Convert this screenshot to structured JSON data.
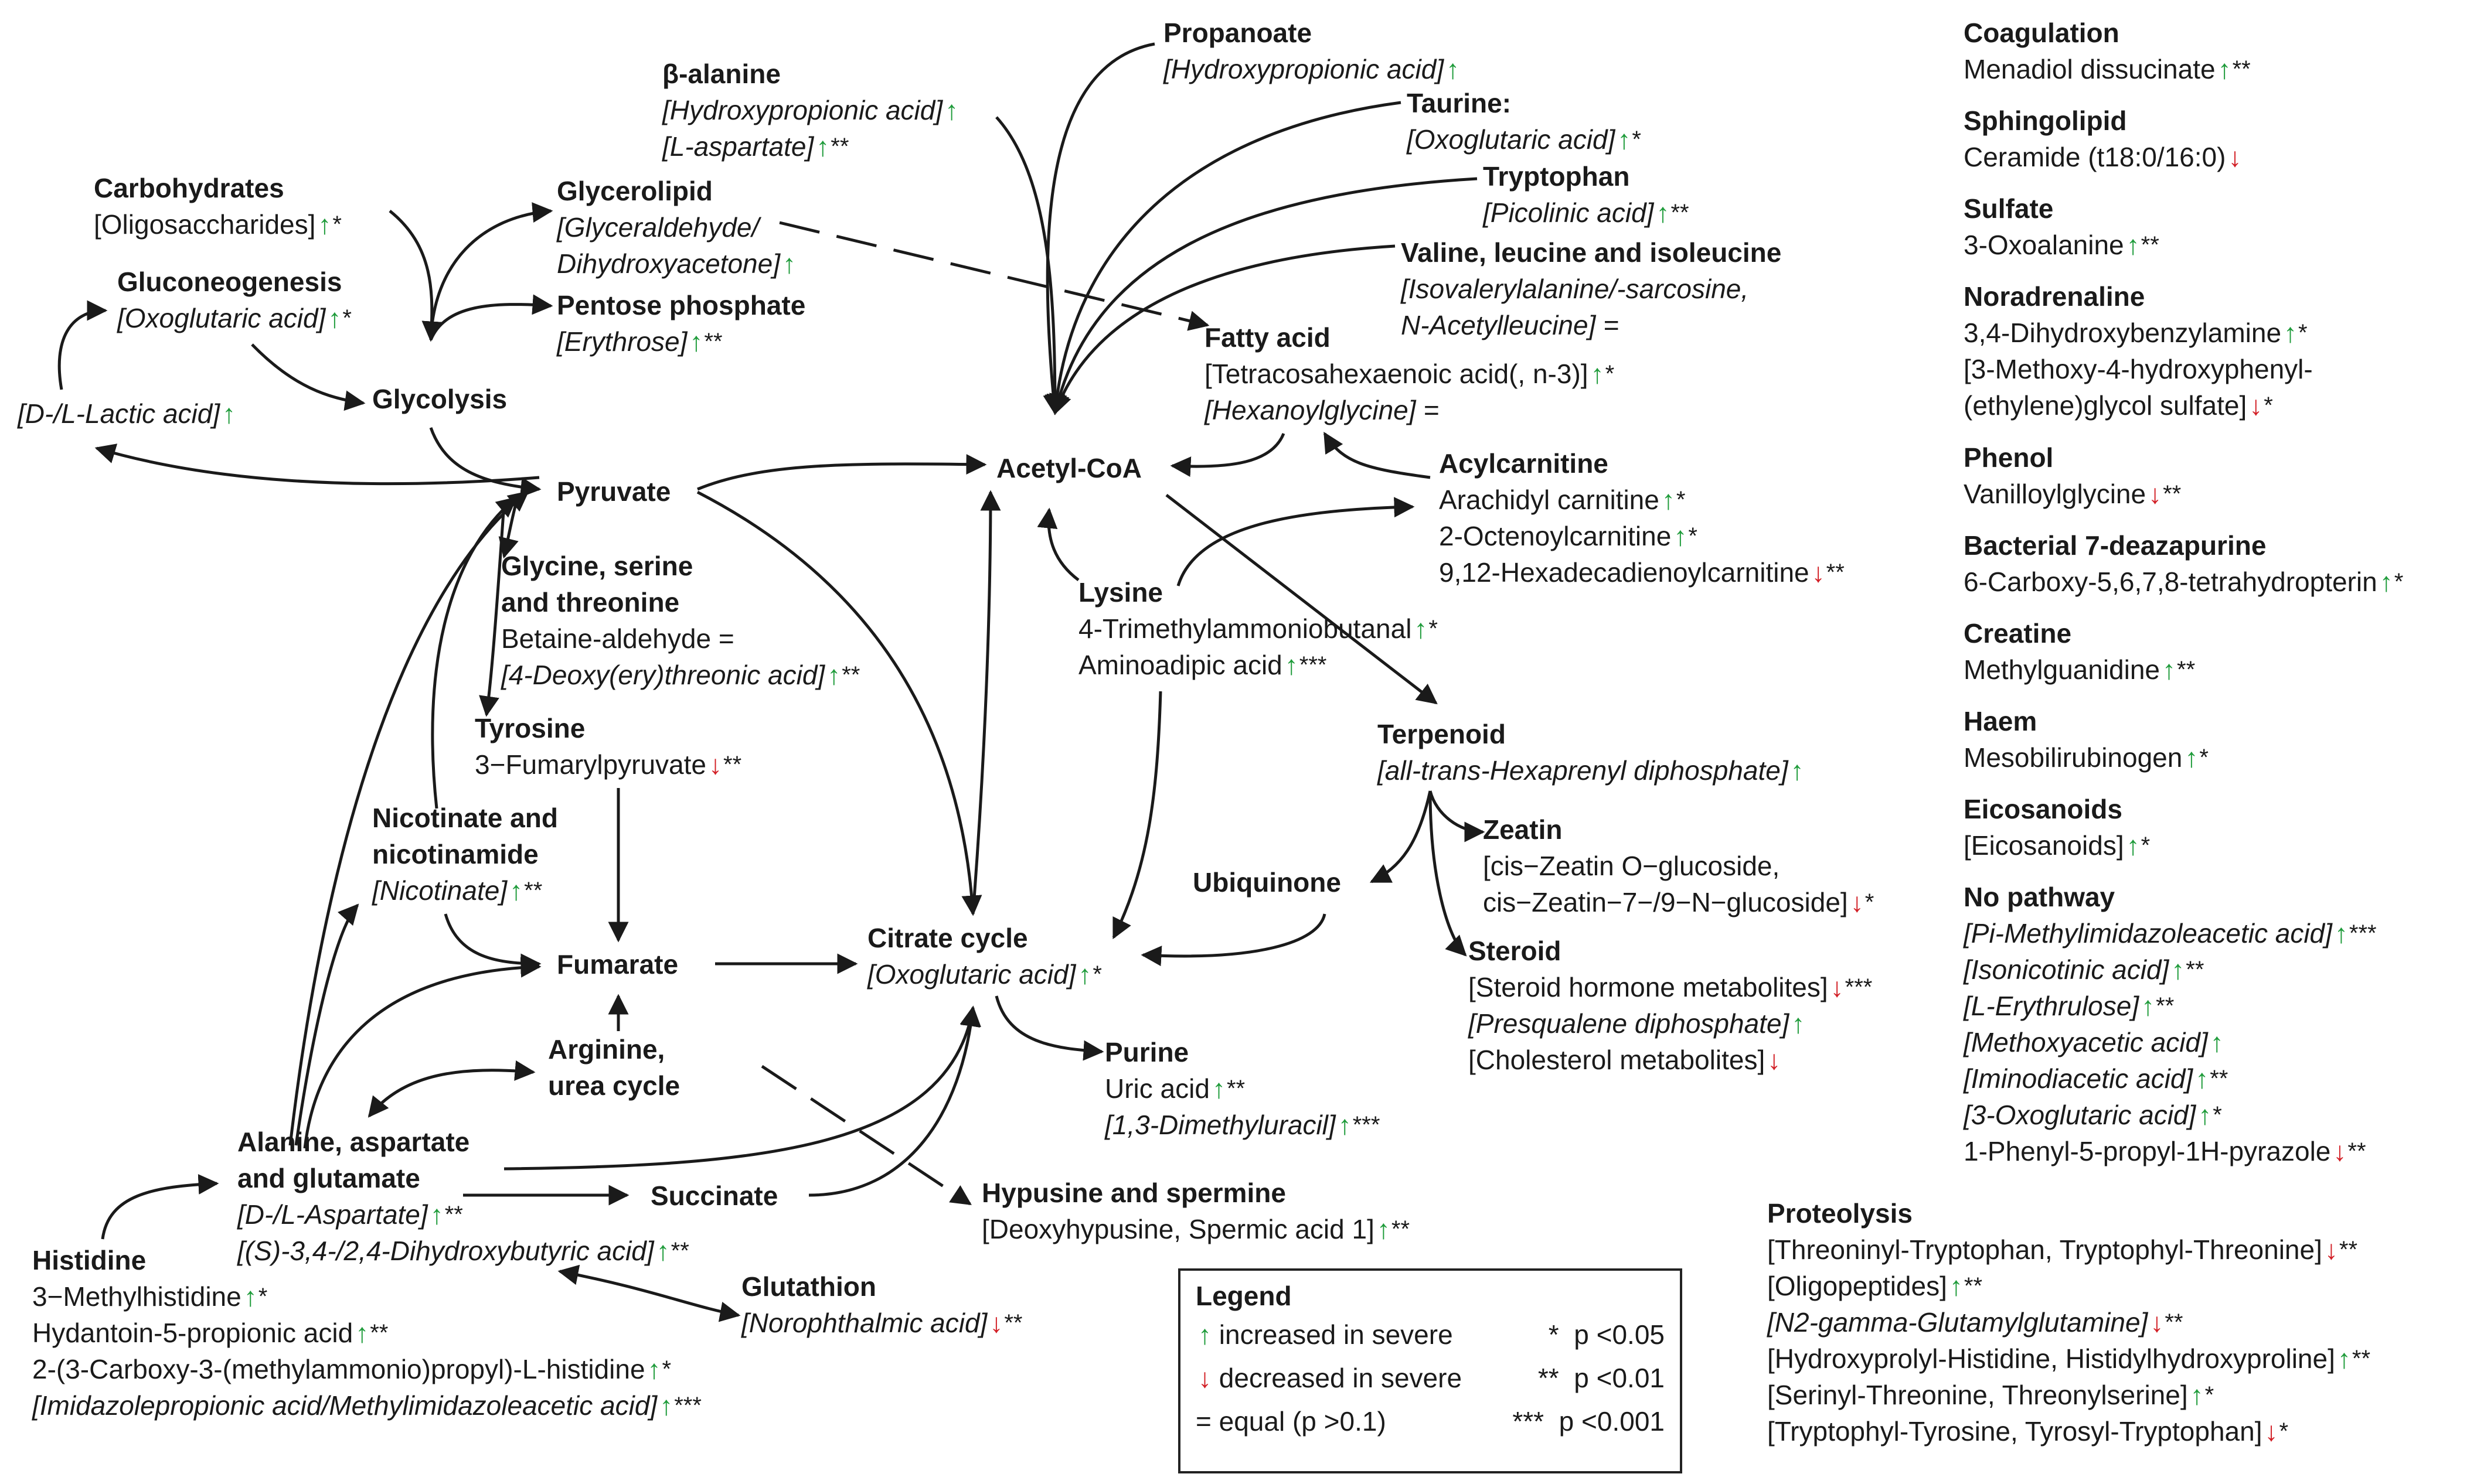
{
  "colors": {
    "up": "#1e9b3a",
    "down": "#d21f26",
    "text": "#1a1a1a"
  },
  "glyphs": {
    "up": "↑",
    "down": "↓"
  },
  "nodes": {
    "carbohydrates": {
      "title": "Carbohydrates",
      "lines": [
        {
          "text": "[Oligosaccharides]",
          "italic": false,
          "dir": "up",
          "sig": "*"
        }
      ]
    },
    "gluconeogenesis": {
      "title": "Gluconeogenesis",
      "lines": [
        {
          "text": "[Oxoglutaric acid]",
          "italic": true,
          "dir": "up",
          "sig": "*"
        }
      ]
    },
    "lactic": {
      "title": "",
      "lines": [
        {
          "text": "[D-/L-Lactic acid]",
          "italic": true,
          "dir": "up",
          "sig": ""
        }
      ]
    },
    "glycolysis": {
      "title": "Glycolysis",
      "lines": []
    },
    "glycerolipid": {
      "title": "Glycerolipid",
      "lines": [
        {
          "text": "[Glyceraldehyde/",
          "italic": true,
          "dir": "",
          "sig": ""
        },
        {
          "text": "Dihydroxyacetone]",
          "italic": true,
          "dir": "up",
          "sig": ""
        }
      ]
    },
    "pentose": {
      "title": "Pentose phosphate",
      "lines": [
        {
          "text": "[Erythrose]",
          "italic": true,
          "dir": "up",
          "sig": "**"
        }
      ]
    },
    "balanine": {
      "title": "β-alanine",
      "lines": [
        {
          "text": "[Hydroxypropionic acid]",
          "italic": true,
          "dir": "up",
          "sig": ""
        },
        {
          "text": "[L-aspartate]",
          "italic": true,
          "dir": "up",
          "sig": "**"
        }
      ]
    },
    "propanoate": {
      "title": "Propanoate",
      "lines": [
        {
          "text": "[Hydroxypropionic acid]",
          "italic": true,
          "dir": "up",
          "sig": ""
        }
      ]
    },
    "taurine": {
      "title": "Taurine:",
      "lines": [
        {
          "text": "[Oxoglutaric acid]",
          "italic": true,
          "dir": "up",
          "sig": "*"
        }
      ]
    },
    "tryptophan": {
      "title": "Tryptophan",
      "lines": [
        {
          "text": "[Picolinic acid]",
          "italic": true,
          "dir": "up",
          "sig": "**"
        }
      ]
    },
    "valine": {
      "title": "Valine, leucine and isoleucine",
      "lines": [
        {
          "text": "[Isovalerylalanine/-sarcosine,",
          "italic": true,
          "dir": "",
          "sig": ""
        },
        {
          "text": "N-Acetylleucine] =",
          "italic": true,
          "dir": "",
          "sig": ""
        }
      ]
    },
    "fattyacid": {
      "title": "Fatty acid",
      "lines": [
        {
          "text": "[Tetracosahexaenoic acid(, n-3)]",
          "italic": false,
          "dir": "up",
          "sig": "*"
        },
        {
          "text": "[Hexanoylglycine] =",
          "italic": true,
          "dir": "",
          "sig": ""
        }
      ]
    },
    "pyruvate": {
      "title": "Pyruvate",
      "lines": []
    },
    "acetylcoa": {
      "title": "Acetyl-CoA",
      "lines": []
    },
    "acylcarnitine": {
      "title": "Acylcarnitine",
      "lines": [
        {
          "text": "Arachidyl carnitine",
          "italic": false,
          "dir": "up",
          "sig": "*"
        },
        {
          "text": "2-Octenoylcarnitine",
          "italic": false,
          "dir": "up",
          "sig": "*"
        },
        {
          "text": "9,12-Hexadecadienoylcarnitine",
          "italic": false,
          "dir": "down",
          "sig": "**"
        }
      ]
    },
    "glycine": {
      "title": "Glycine, serine\nand threonine",
      "lines": [
        {
          "text": "Betaine-aldehyde =",
          "italic": false,
          "dir": "",
          "sig": ""
        },
        {
          "text": "[4-Deoxy(ery)threonic acid]",
          "italic": true,
          "dir": "up",
          "sig": "**"
        }
      ]
    },
    "lysine": {
      "title": "Lysine",
      "lines": [
        {
          "text": "4-Trimethylammoniobutanal",
          "italic": false,
          "dir": "up",
          "sig": "*"
        },
        {
          "text": "Aminoadipic acid",
          "italic": false,
          "dir": "up",
          "sig": "***"
        }
      ]
    },
    "tyrosine": {
      "title": "Tyrosine",
      "lines": [
        {
          "text": "3−Fumarylpyruvate",
          "italic": false,
          "dir": "down",
          "sig": "**"
        }
      ]
    },
    "terpenoid": {
      "title": "Terpenoid",
      "lines": [
        {
          "text": "[all-trans-Hexaprenyl diphosphate]",
          "italic": true,
          "dir": "up",
          "sig": ""
        }
      ]
    },
    "nicotinate": {
      "title": "Nicotinate and\nnicotinamide",
      "lines": [
        {
          "text": "[Nicotinate]",
          "italic": true,
          "dir": "up",
          "sig": "**"
        }
      ]
    },
    "zeatin": {
      "title": "Zeatin",
      "lines": [
        {
          "text": "[cis−Zeatin O−glucoside,",
          "italic": false,
          "dir": "",
          "sig": ""
        },
        {
          "text": "cis−Zeatin−7−/9−N−glucoside]",
          "italic": false,
          "dir": "down",
          "sig": "*"
        }
      ]
    },
    "ubiquinone": {
      "title": "Ubiquinone",
      "lines": []
    },
    "citrate": {
      "title": "Citrate cycle",
      "lines": [
        {
          "text": "[Oxoglutaric acid]",
          "italic": true,
          "dir": "up",
          "sig": "*"
        }
      ]
    },
    "fumarate": {
      "title": "Fumarate",
      "lines": []
    },
    "steroid": {
      "title": "Steroid",
      "lines": [
        {
          "text": "[Steroid hormone metabolites]",
          "italic": false,
          "dir": "down",
          "sig": "***"
        },
        {
          "text": "[Presqualene diphosphate]",
          "italic": true,
          "dir": "up",
          "sig": ""
        },
        {
          "text": "[Cholesterol metabolites]",
          "italic": false,
          "dir": "down",
          "sig": ""
        }
      ]
    },
    "arginine": {
      "title": "Arginine,\nurea cycle",
      "lines": []
    },
    "purine": {
      "title": "Purine",
      "lines": [
        {
          "text": "Uric acid",
          "italic": false,
          "dir": "up",
          "sig": "**"
        },
        {
          "text": "[1,3-Dimethyluracil]",
          "italic": true,
          "dir": "up",
          "sig": "***"
        }
      ]
    },
    "alanine": {
      "title": "Alanine, aspartate\nand glutamate",
      "lines": [
        {
          "text": "[D-/L-Aspartate]",
          "italic": true,
          "dir": "up",
          "sig": "**"
        },
        {
          "text": "[(S)-3,4-/2,4-Dihydroxybutyric acid]",
          "italic": true,
          "dir": "up",
          "sig": "**"
        }
      ]
    },
    "succinate": {
      "title": "Succinate",
      "lines": []
    },
    "hypusine": {
      "title": "Hypusine and spermine",
      "lines": [
        {
          "text": "[Deoxyhypusine, Spermic acid 1]",
          "italic": false,
          "dir": "up",
          "sig": "**"
        }
      ]
    },
    "histidine": {
      "title": "Histidine",
      "lines": [
        {
          "text": "3−Methylhistidine",
          "italic": false,
          "dir": "up",
          "sig": "*"
        },
        {
          "text": "Hydantoin-5-propionic acid",
          "italic": false,
          "dir": "up",
          "sig": "**"
        },
        {
          "text": "2-(3-Carboxy-3-(methylammonio)propyl)-L-histidine",
          "italic": false,
          "dir": "up",
          "sig": "*"
        },
        {
          "text": "[Imidazolepropionic acid/Methylimidazoleacetic acid]",
          "italic": true,
          "dir": "up",
          "sig": "***"
        }
      ]
    },
    "glutathion": {
      "title": "Glutathion",
      "lines": [
        {
          "text": "[Norophthalmic acid]",
          "italic": true,
          "dir": "down",
          "sig": "**"
        }
      ]
    },
    "proteolysis": {
      "title": "Proteolysis",
      "lines": [
        {
          "text": "[Threoninyl-Tryptophan, Tryptophyl-Threonine]",
          "italic": false,
          "dir": "down",
          "sig": "**"
        },
        {
          "text": "[Oligopeptides]",
          "italic": false,
          "dir": "up",
          "sig": "**"
        },
        {
          "text": "[N2-gamma-Glutamylglutamine]",
          "italic": true,
          "dir": "down",
          "sig": "**"
        },
        {
          "text": "[Hydroxyprolyl-Histidine, Histidylhydroxyproline]",
          "italic": false,
          "dir": "up",
          "sig": "**"
        },
        {
          "text": "[Serinyl-Threonine, Threonylserine]",
          "italic": false,
          "dir": "up",
          "sig": "*"
        },
        {
          "text": "[Tryptophyl-Tyrosine, Tyrosyl-Tryptophan]",
          "italic": false,
          "dir": "down",
          "sig": "*"
        }
      ]
    },
    "coagulation": {
      "title": "Coagulation",
      "lines": [
        {
          "text": "Menadiol dissucinate",
          "italic": false,
          "dir": "up",
          "sig": "**"
        }
      ]
    },
    "sphingolipid": {
      "title": "Sphingolipid",
      "lines": [
        {
          "text": "Ceramide (t18:0/16:0)",
          "italic": false,
          "dir": "down",
          "sig": ""
        }
      ]
    },
    "sulfate": {
      "title": "Sulfate",
      "lines": [
        {
          "text": "3-Oxoalanine",
          "italic": false,
          "dir": "up",
          "sig": "**"
        }
      ]
    },
    "noradrenaline": {
      "title": "Noradrenaline",
      "lines": [
        {
          "text": "3,4-Dihydroxybenzylamine",
          "italic": false,
          "dir": "up",
          "sig": "*"
        },
        {
          "text": "[3-Methoxy-4-hydroxyphenyl-",
          "italic": false,
          "dir": "",
          "sig": ""
        },
        {
          "text": "(ethylene)glycol sulfate]",
          "italic": false,
          "dir": "down",
          "sig": "*"
        }
      ]
    },
    "phenol": {
      "title": "Phenol",
      "lines": [
        {
          "text": "Vanilloylglycine",
          "italic": false,
          "dir": "down",
          "sig": "**"
        }
      ]
    },
    "bacterial": {
      "title": "Bacterial 7-deazapurine",
      "lines": [
        {
          "text": "6-Carboxy-5,6,7,8-tetrahydropterin",
          "italic": false,
          "dir": "up",
          "sig": "*"
        }
      ]
    },
    "creatine": {
      "title": "Creatine",
      "lines": [
        {
          "text": "Methylguanidine",
          "italic": false,
          "dir": "up",
          "sig": "**"
        }
      ]
    },
    "haem": {
      "title": "Haem",
      "lines": [
        {
          "text": "Mesobilirubinogen",
          "italic": false,
          "dir": "up",
          "sig": "*"
        }
      ]
    },
    "eicosanoids": {
      "title": "Eicosanoids",
      "lines": [
        {
          "text": "[Eicosanoids]",
          "italic": false,
          "dir": "up",
          "sig": "*"
        }
      ]
    },
    "nopathway": {
      "title": "No pathway",
      "lines": [
        {
          "text": "[Pi-Methylimidazoleacetic acid]",
          "italic": true,
          "dir": "up",
          "sig": "***"
        },
        {
          "text": "[Isonicotinic acid]",
          "italic": true,
          "dir": "up",
          "sig": "**"
        },
        {
          "text": "[L-Erythrulose]",
          "italic": true,
          "dir": "up",
          "sig": "**"
        },
        {
          "text": "[Methoxyacetic acid]",
          "italic": true,
          "dir": "up",
          "sig": ""
        },
        {
          "text": "[Iminodiacetic acid]",
          "italic": true,
          "dir": "up",
          "sig": "**"
        },
        {
          "text": "[3-Oxoglutaric acid]",
          "italic": true,
          "dir": "up",
          "sig": "*"
        },
        {
          "text": "1-Phenyl-5-propyl-1H-pyrazole",
          "italic": false,
          "dir": "down",
          "sig": "**"
        }
      ]
    }
  },
  "legend": {
    "title": "Legend",
    "rows": [
      {
        "dir": "up",
        "label": "increased in severe",
        "sig": "*",
        "p": "p <0.05"
      },
      {
        "dir": "down",
        "label": "decreased in severe",
        "sig": "**",
        "p": "p <0.01"
      },
      {
        "dir": "",
        "label": "= equal (p >0.1)",
        "sig": "***",
        "p": "p <0.001"
      }
    ]
  }
}
